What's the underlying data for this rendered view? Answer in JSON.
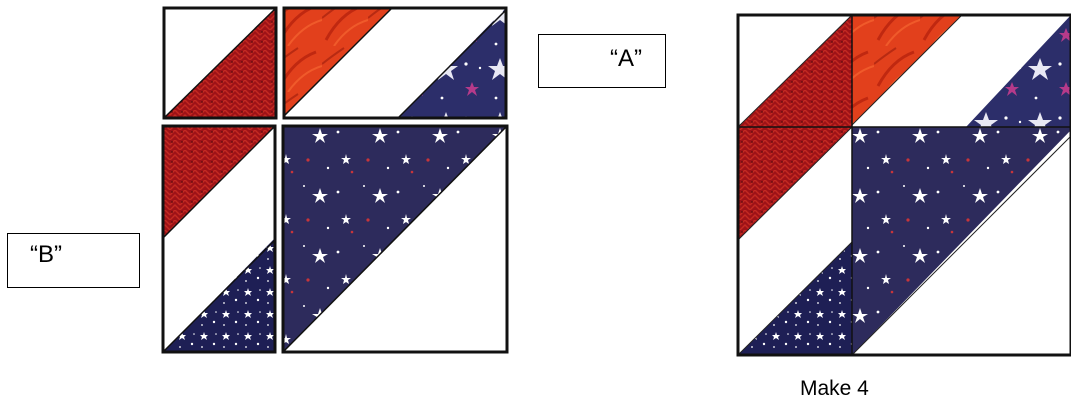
{
  "labels": {
    "a": "“A”",
    "b": "“B”"
  },
  "caption": "Make 4",
  "colors": {
    "red_dark": "#a8141a",
    "red_bright": "#e03a1c",
    "navy": "#2e2c5a",
    "navy_dark": "#1e1f55",
    "white": "#ffffff",
    "outline": "#111111"
  }
}
